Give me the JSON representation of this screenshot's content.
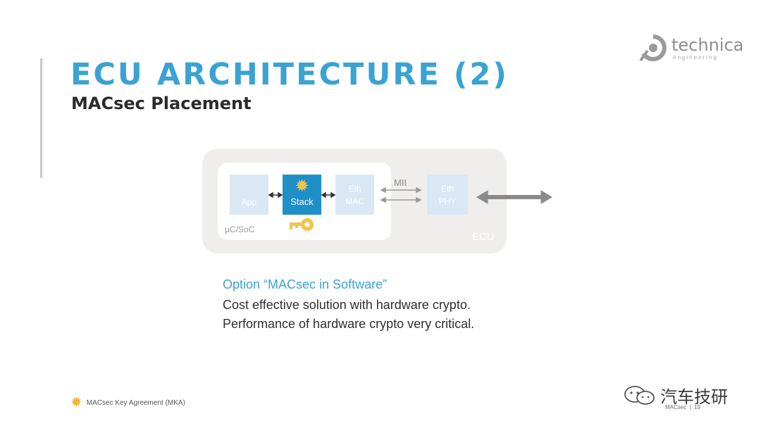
{
  "slide": {
    "title": "ECU ARCHITECTURE (2)",
    "subtitle": "MACsec Placement"
  },
  "logo": {
    "name": "technica",
    "tagline": "engineering"
  },
  "diagram": {
    "ecu_label": "ECU",
    "soc_label": "µC/SoC",
    "blocks": {
      "app": "App",
      "stack": "Stack",
      "eth_mac_line1": "Eth",
      "eth_mac_line2": "MAC",
      "eth_phy_line1": "Eth",
      "eth_phy_line2": "PHY"
    },
    "mii_label": "MII",
    "icons": [
      "sun-icon",
      "key-icon"
    ],
    "colors": {
      "accent": "#3ba3d3",
      "stack": "#1e8fc9",
      "block": "#d9e8f4",
      "ecu": "#efeeec",
      "key": "#f3c44a"
    }
  },
  "option": {
    "title": "Option “MACsec in Software”",
    "lines": [
      "Cost effective solution with hardware crypto.",
      "Performance of hardware crypto very critical."
    ]
  },
  "legend": {
    "text": "MACsec Key Agreement (MKA)"
  },
  "watermark": {
    "text": "汽车技研"
  },
  "footer": {
    "text": "MACsec",
    "page": "19"
  }
}
